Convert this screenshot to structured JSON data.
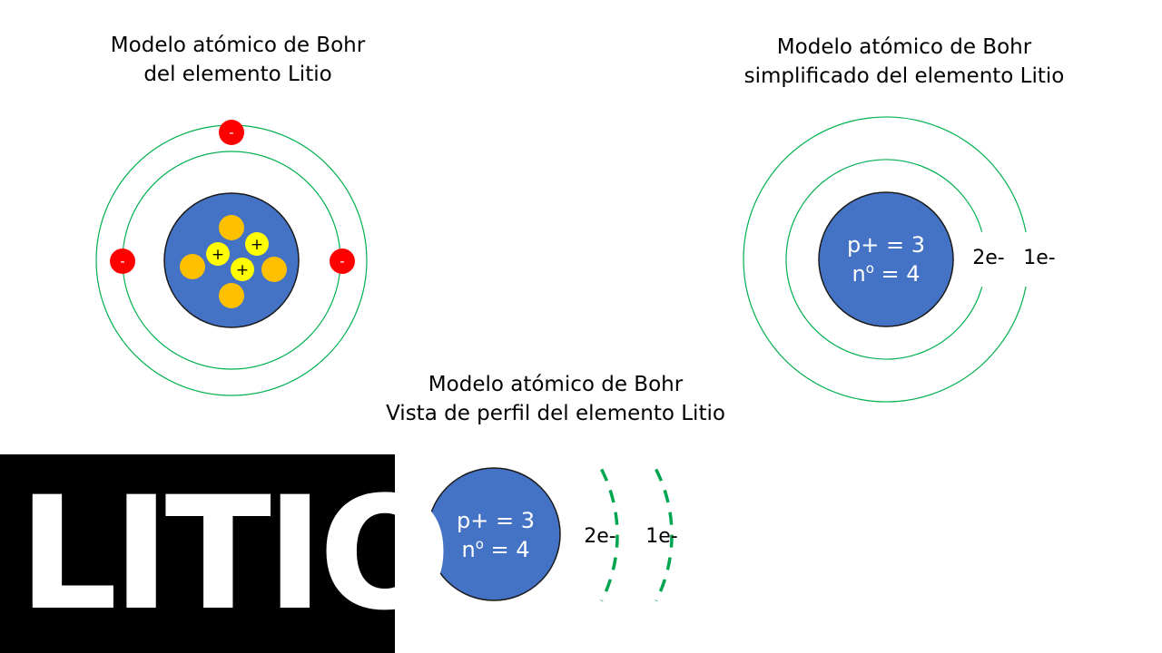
{
  "titles": {
    "full": {
      "line1": "Modelo atómico de Bohr",
      "line2": "del elemento Litio"
    },
    "simplified": {
      "line1": "Modelo atómico de Bohr",
      "line2": "simplificado del elemento Litio"
    },
    "profile": {
      "line1": "Modelo atómico de Bohr",
      "line2": "Vista de perfil del elemento Litio"
    }
  },
  "atom": {
    "protons": 3,
    "neutrons": 4,
    "electrons_per_shell": [
      2,
      1
    ],
    "proton_symbol": "+",
    "electron_symbol": "-"
  },
  "nucleus_labels": {
    "proton_line": "p+ = 3",
    "neutron_prefix": "n",
    "neutron_superscript": "o",
    "neutron_suffix": " = 4"
  },
  "shell_labels": [
    "2e-",
    "1e-"
  ],
  "banner": {
    "word": "LITIO"
  },
  "colors": {
    "nucleus": "#4472c4",
    "proton": "#ffff00",
    "neutron": "#ffc000",
    "electron": "#ff0000",
    "orbit": "#00b050",
    "orbit_dashed": "#00a550",
    "banner_bg": "#000000",
    "banner_text": "#ffffff"
  }
}
